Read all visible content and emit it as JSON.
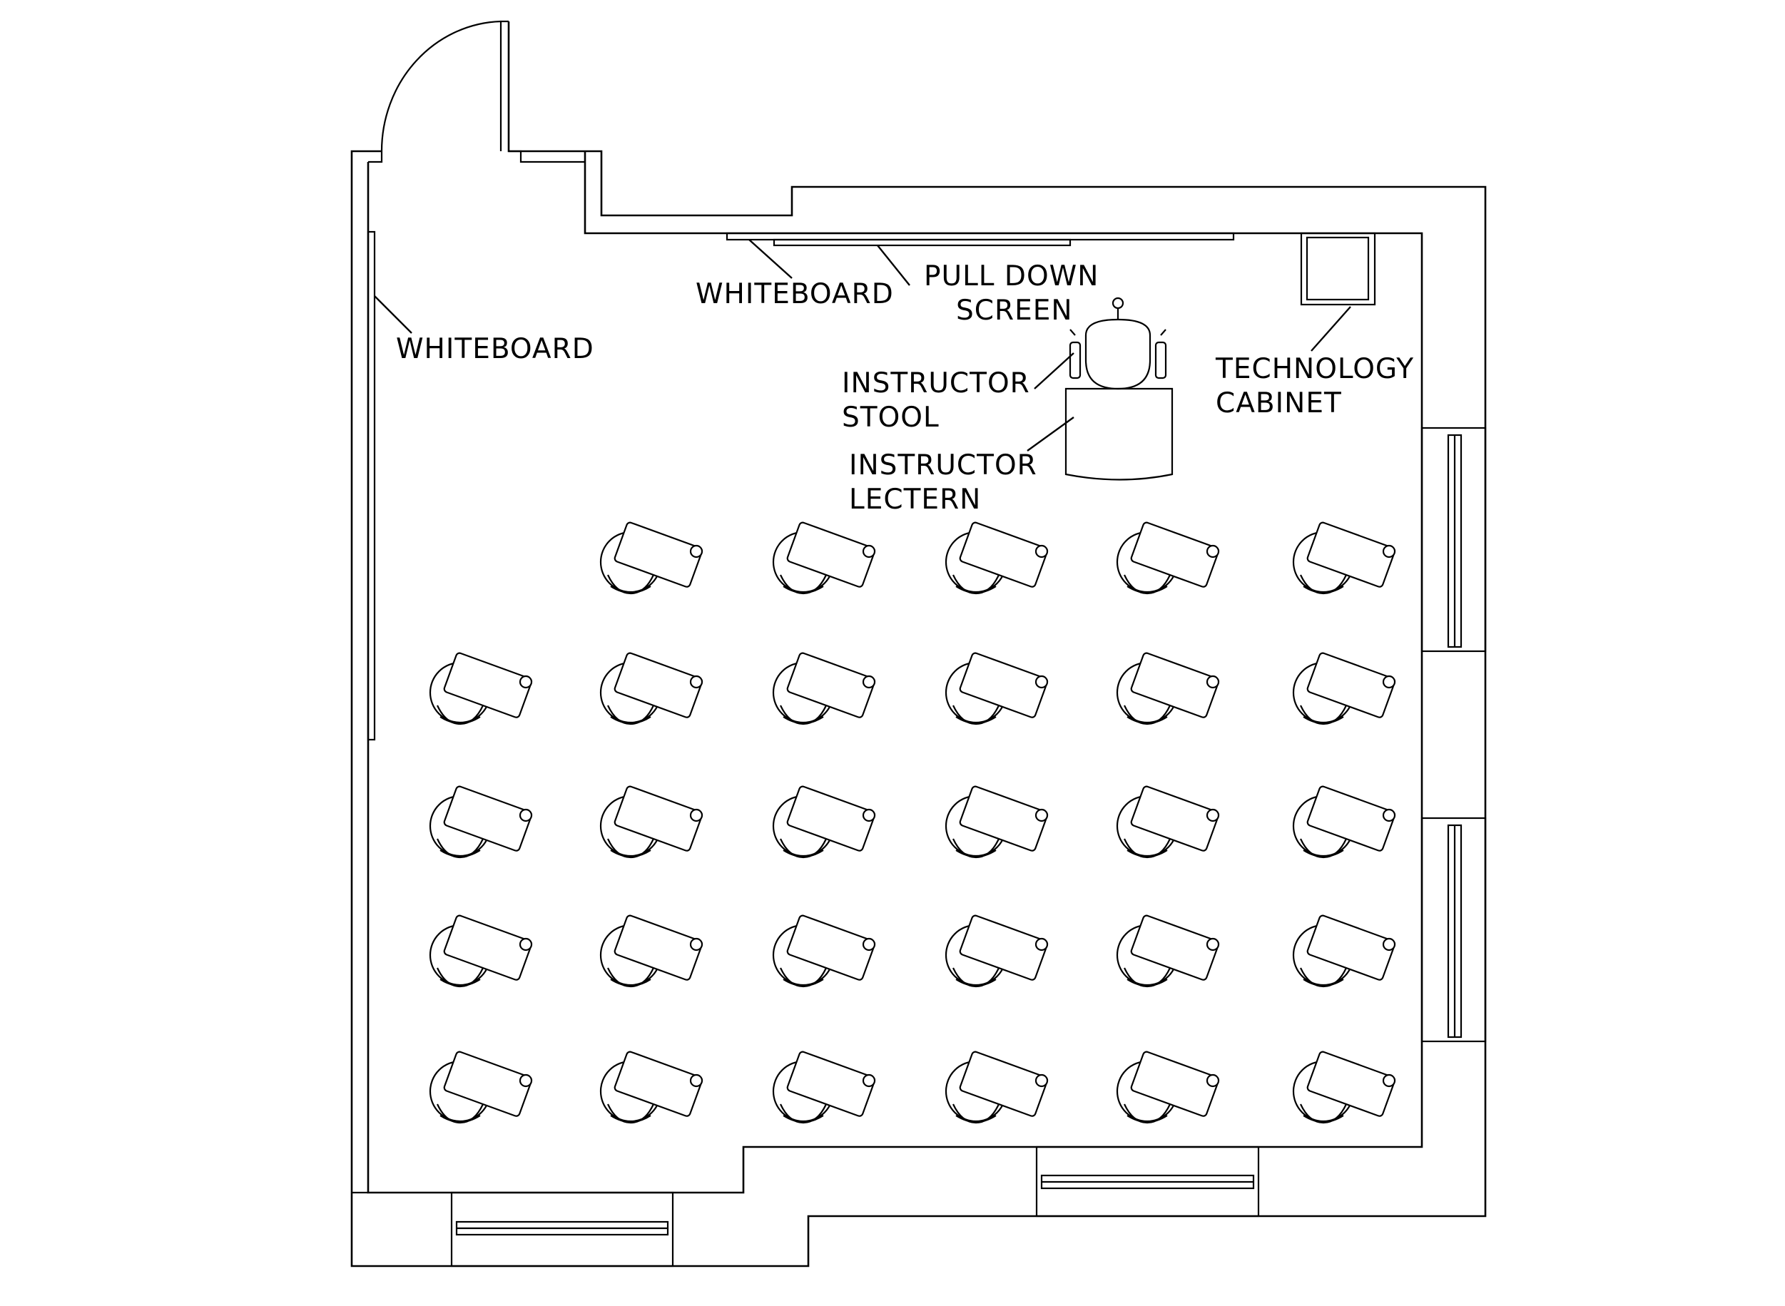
{
  "labels": {
    "whiteboard_left": "WHITEBOARD",
    "whiteboard_top": "WHITEBOARD",
    "screen_line1": "PULL  DOWN",
    "screen_line2": "SCREEN",
    "stool_line1": "INSTRUCTOR",
    "stool_line2": "STOOL",
    "lectern_line1": "INSTRUCTOR",
    "lectern_line2": "LECTERN",
    "cabinet_line1": "TECHNOLOGY",
    "cabinet_line2": "CABINET"
  },
  "seating": {
    "rows": 5,
    "columns": 6,
    "empty_seats": [
      "row-1-col-1"
    ],
    "seat_count": 29
  }
}
